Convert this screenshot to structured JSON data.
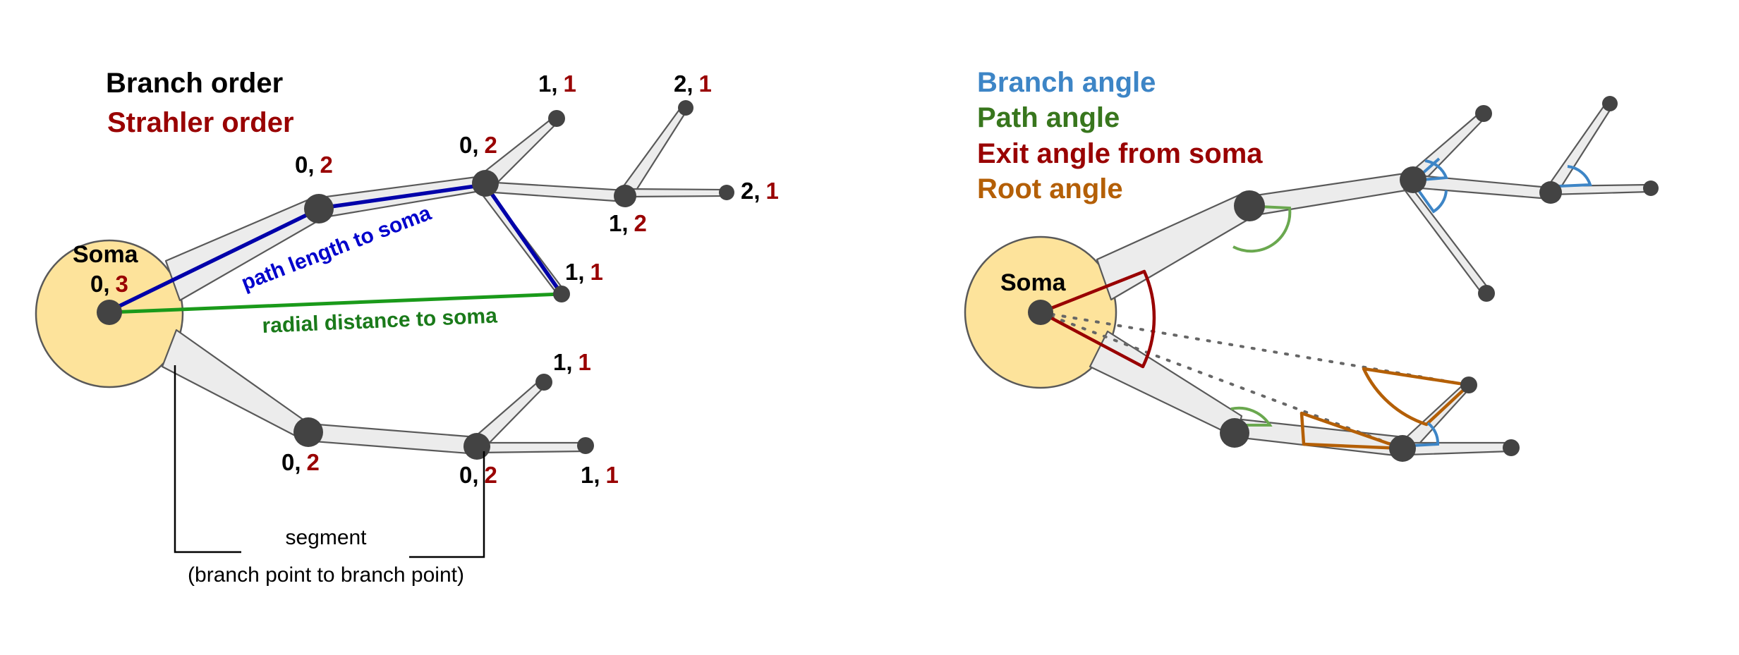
{
  "left_panel": {
    "legend": {
      "branch_order": "Branch order",
      "strahler_order": "Strahler order"
    },
    "soma_label": "Soma",
    "node_labels": [
      {
        "branch": "0,",
        "strahler": "3"
      },
      {
        "branch": "0,",
        "strahler": "2"
      },
      {
        "branch": "0,",
        "strahler": "2"
      },
      {
        "branch": "1,",
        "strahler": "1"
      },
      {
        "branch": "2,",
        "strahler": "1"
      },
      {
        "branch": "1,",
        "strahler": "2"
      },
      {
        "branch": "2,",
        "strahler": "1"
      },
      {
        "branch": "1,",
        "strahler": "1"
      },
      {
        "branch": "1,",
        "strahler": "1"
      },
      {
        "branch": "0,",
        "strahler": "2"
      },
      {
        "branch": "0,",
        "strahler": "2"
      },
      {
        "branch": "1,",
        "strahler": "1"
      }
    ],
    "path_length_label": "path length to soma",
    "radial_distance_label": "radial distance to soma",
    "segment_label": "segment",
    "segment_sublabel": "(branch point to branch point)"
  },
  "right_panel": {
    "legend": {
      "branch_angle": "Branch angle",
      "path_angle": "Path angle",
      "exit_angle": "Exit angle from soma",
      "root_angle": "Root angle"
    },
    "soma_label": "Soma"
  },
  "colors": {
    "soma_fill": "#fde39b",
    "branch_fill": "#ececec",
    "node": "#434343",
    "strahler_red": "#990000",
    "path_length_blue": "#0000aa",
    "radial_green": "#1a7a1a",
    "branch_angle_blue": "#3d85c6",
    "path_angle_green": "#6aa84f",
    "path_angle_text": "#38761d",
    "exit_angle_red": "#990000",
    "root_angle_orange": "#b45f06"
  }
}
